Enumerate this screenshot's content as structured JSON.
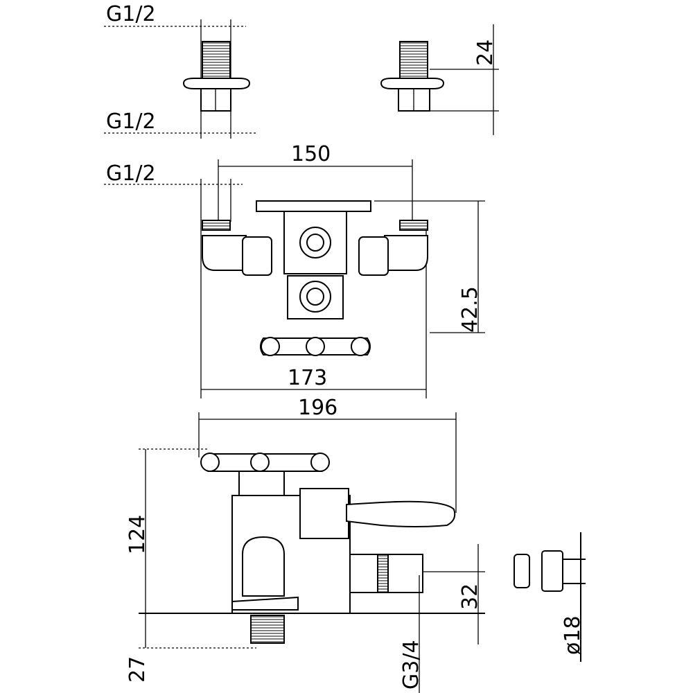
{
  "labels": {
    "thread_top_inlet": "G1/2",
    "thread_top_outlet": "G1/2",
    "thread_inlet_spacing": "G1/2",
    "dim_connector_height": "24",
    "dim_centres": "150",
    "dim_depth": "42.5",
    "dim_body_width": "173",
    "dim_overall_width": "196",
    "dim_height": "124",
    "dim_outlet_height": "32",
    "dim_connector_below": "27",
    "thread_outlet": "G3/4",
    "dim_hose_diameter": "ø18"
  }
}
